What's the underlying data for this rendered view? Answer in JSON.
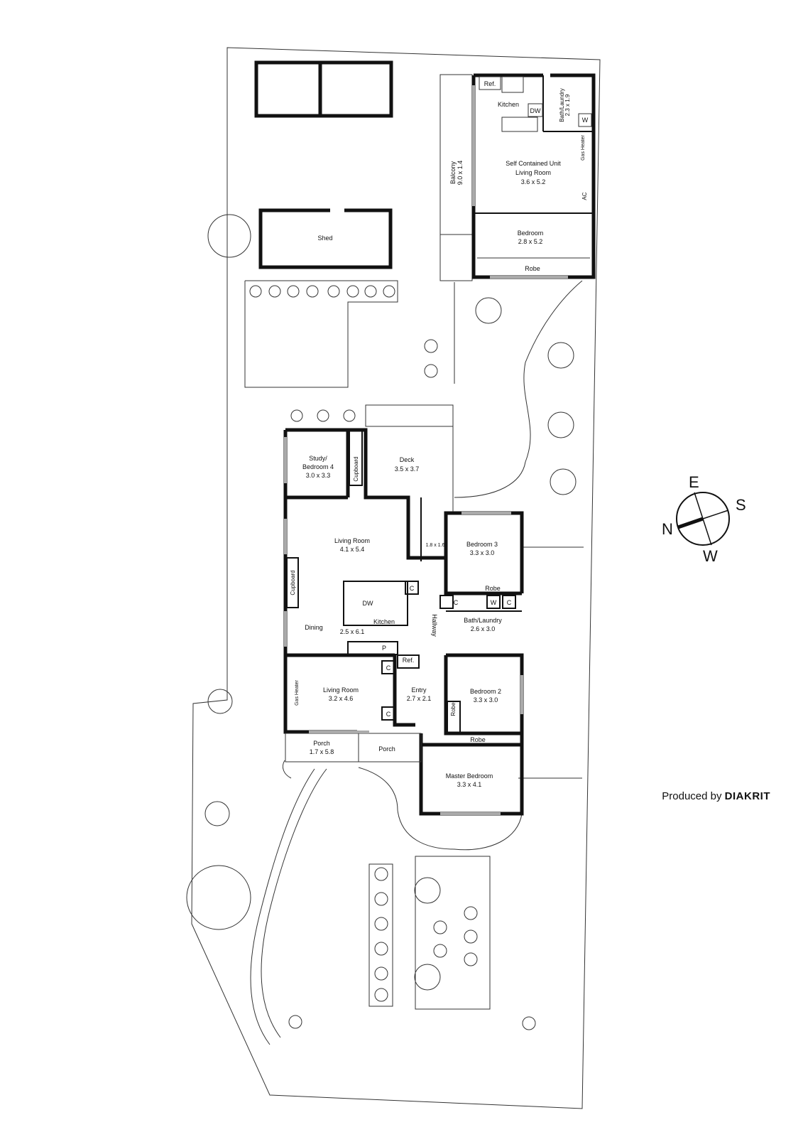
{
  "rooms": {
    "shed": "Shed",
    "unit_ref": "Ref.",
    "unit_kitchen": "Kitchen",
    "unit_dw": "DW",
    "unit_bath_name": "Bath/Laundry",
    "unit_bath_dim": "2.3 x 1.9",
    "unit_w": "W",
    "unit_gas_heater": "Gas Heater",
    "unit_balcony_name": "Balcony",
    "unit_balcony_dim": "9.0 x 1.4",
    "unit_living_l1": "Self Contained Unit",
    "unit_living_l2": "Living Room",
    "unit_living_dim": "3.6 x 5.2",
    "unit_ac": "AC",
    "unit_bed_name": "Bedroom",
    "unit_bed_dim": "2.8 x 5.2",
    "unit_robe": "Robe",
    "study_l1": "Study/",
    "study_l2": "Bedroom 4",
    "study_dim": "3.0 x 3.3",
    "study_cupboard": "Cupboard",
    "deck_name": "Deck",
    "deck_dim": "3.5 x 3.7",
    "living1_name": "Living Room",
    "living1_dim": "4.1 x 5.4",
    "wc_dim": "1.8 x 1.6",
    "bed3_name": "Bedroom 3",
    "bed3_dim": "3.3 x 3.0",
    "bed3_robe": "Robe",
    "cupboard_left": "Cupboard",
    "c": "C",
    "dw": "DW",
    "kitchen_name": "Kitchen",
    "dining": "Dining",
    "kitchen_dim": "2.5 x 6.1",
    "p": "P",
    "ref": "Ref.",
    "hallway": "Hallway",
    "w": "W",
    "bath_name": "Bath/Laundry",
    "bath_dim": "2.6 x 3.0",
    "gas_heater": "Gas Heater",
    "living2_name": "Living Room",
    "living2_dim": "3.2 x 4.6",
    "entry_name": "Entry",
    "entry_dim": "2.7 x 2.1",
    "bed2_name": "Bedroom 2",
    "bed2_dim": "3.3 x 3.0",
    "robe": "Robe",
    "porch1_name": "Porch",
    "porch1_dim": "1.7 x 5.8",
    "porch2_name": "Porch",
    "master_robe": "Robe",
    "master_name": "Master Bedroom",
    "master_dim": "3.3 x 4.1"
  },
  "compass": {
    "n": "N",
    "e": "E",
    "s": "S",
    "w": "W"
  },
  "credit": {
    "prefix": "Produced by",
    "brand": "DIAKRIT"
  },
  "colors": {
    "wall": "#111111",
    "window": "#aaaaaa",
    "boundary": "#333333"
  }
}
